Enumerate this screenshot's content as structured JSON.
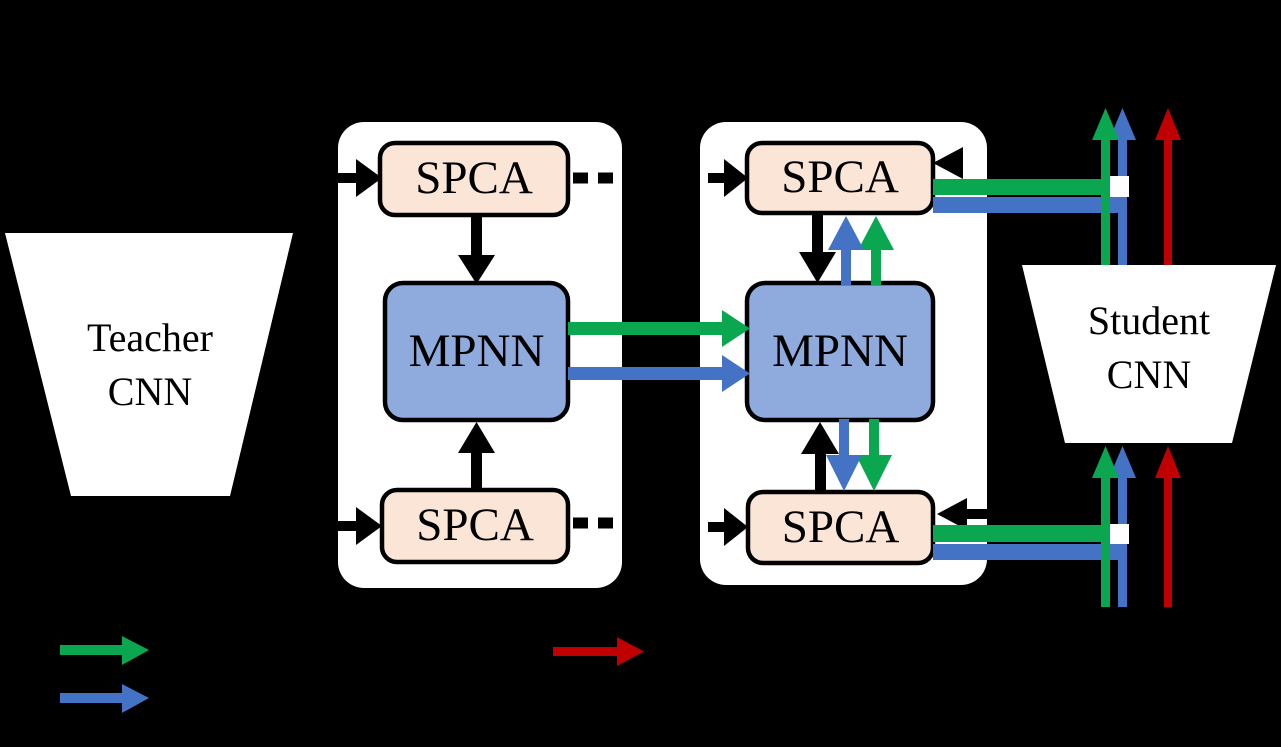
{
  "figure_type": "knowledge-distillation-architecture-diagram",
  "teacher_cnn": {
    "line1": "Teacher",
    "line2": "CNN"
  },
  "student_cnn": {
    "line1": "Student",
    "line2": "CNN"
  },
  "blocks": {
    "spca": "SPCA",
    "mpnn": "MPNN"
  },
  "colors": {
    "background": "#000000",
    "panel": "#FFFFFF",
    "spca_fill": "#FBE5D6",
    "mpnn_fill": "#8FAADC",
    "outline": "#000000",
    "green": "#0AA650",
    "blue": "#4472C4",
    "red": "#C00000"
  },
  "legend": {
    "items": [
      {
        "icon": "green-arrow",
        "color": "#0AA650"
      },
      {
        "icon": "blue-arrow",
        "color": "#4472C4"
      },
      {
        "icon": "red-arrow",
        "color": "#C00000"
      }
    ]
  }
}
